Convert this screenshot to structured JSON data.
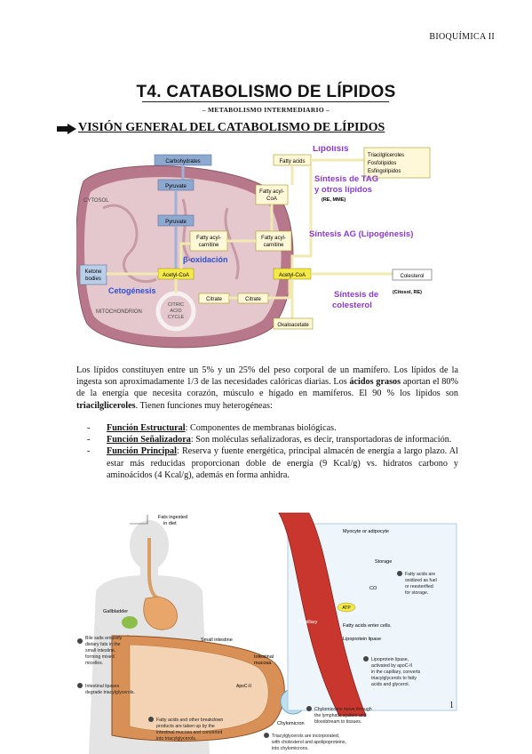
{
  "header": {
    "subject": "BIOQUÍMICA II"
  },
  "title": "T4. CATABOLISMO DE LÍPIDOS",
  "subtitle": "– METABOLISMO INTERMEDIARIO –",
  "section": {
    "heading": "VISIÓN GENERAL DEL CATABOLISMO DE LÍPIDOS",
    "icon": "arrow-right-icon"
  },
  "diagram1": {
    "boxes": {
      "carbohydrates": "Carbohydrates",
      "pyruvate1": "Pyruvate",
      "pyruvate2": "Pyruvate",
      "fatty_acids": "Fatty acids",
      "fatty_acyl_coa": [
        "Fatty acyl-",
        "CoA"
      ],
      "fatty_acyl_carnitine_in": [
        "Fatty acyl-",
        "carnitine"
      ],
      "fatty_acyl_carnitine_out": [
        "Fatty acyl-",
        "carnitine"
      ],
      "ketone_bodies": [
        "Ketone",
        "bodies"
      ],
      "acetyl_coa_mito": "Acetyl-CoA",
      "acetyl_coa_cyto": "Acetyl-CoA",
      "citrate_in": "Citrate",
      "citrate_out": "Citrate",
      "oxaloacetate": "Oxaloacetate",
      "colesterol": "Colesterol",
      "lipids_list": [
        "Triacilgliceroles",
        "Fosfolípidos",
        "Esfingolípidos"
      ]
    },
    "labels": {
      "cytosol": "CYTOSOL",
      "mitochondrion": "MITOCHONDRION",
      "citric_cycle": [
        "CITRIC",
        "ACID",
        "CYCLE"
      ],
      "lipolisis": "Lipólisis",
      "sintesis_tag": [
        "Síntesis de TAG",
        "y otros lípidos"
      ],
      "re_mme": "(RE, MME)",
      "sintesis_ag": "Síntesis AG (Lipogénesis)",
      "beta_ox": "β-oxidación",
      "cetogenesis": "Cetogénesis",
      "sintesis_col": [
        "Síntesis de",
        "colesterol"
      ],
      "citosol_re": "(Citosol, RE)"
    },
    "colors": {
      "mito": "#b8788b",
      "mito_inner": "#e5c8cd",
      "blue_box": "#8ea9d0",
      "yellow_box": "#f5e94a",
      "purple": "#8a3bd6",
      "blue_text": "#2c4fd6"
    }
  },
  "paragraph1": {
    "parts": [
      "Los lípidos constituyen entre un 5% y un 25% del peso corporal de un mamífero. Los lípidos de la ingesta son aproximadamente 1/3 de las necesidades calóricas diarias. Los ",
      "ácidos grasos",
      " aportan el 80% de la energía que necesita corazón, músculo e hígado en mamíferos. El 90 % los lípidos son ",
      "triacilgliceroles",
      ". Tienen funciones muy heterogéneas:"
    ]
  },
  "functions": [
    {
      "name": "Función Estructural",
      "text": ": Componentes de membranas biológicas."
    },
    {
      "name": "Función Señalizadora",
      "text": ": Son moléculas señalizadoras, es decir, transportadoras de información."
    },
    {
      "name": "Función Principal",
      "text": ": Reserva y fuente energética, principal almacén de energía a largo plazo. Al estar más reducidas proporcionan doble de energía (9 Kcal/g) vs. hidratos carbono y aminoácidos (4 Kcal/g), además en forma anhidra."
    }
  ],
  "diagram2": {
    "labels": {
      "fats_ingested": [
        "Fats ingested",
        "in diet"
      ],
      "gallbladder": "Gallbladder",
      "small_intestine": "Small intestine",
      "intestinal_mucosa": [
        "Intestinal",
        "mucosa"
      ],
      "apoc": "ApoC-II",
      "chylomicron": "Chylomicron",
      "myocyte": "Myocyte or adipocyte",
      "storage": "Storage",
      "co2": "CO",
      "atp": "ATP",
      "capillary": "Capillary",
      "fa_enter": "Fatty acids enter cells.",
      "lipoprotein_lipase": "Lipoprotein lipase"
    },
    "steps": [
      {
        "n": "1",
        "text": [
          "Bile salts emulsify",
          "dietary fats in the",
          "small intestine,",
          "forming mixed",
          "micelles."
        ]
      },
      {
        "n": "2",
        "text": [
          "Intestinal lipases",
          "degrade triacylglycerols."
        ]
      },
      {
        "n": "3",
        "text": [
          "Fatty acids and other breakdown",
          "products are taken up by the",
          "intestinal mucosa and converted",
          "into triacylglycerols."
        ]
      },
      {
        "n": "4",
        "text": [
          "Triacylglycerols are incorporated,",
          "with cholesterol and apolipoproteins,",
          "into chylomicrons."
        ]
      },
      {
        "n": "5",
        "text": [
          "Chylomicrons move through",
          "the lymphatic system and",
          "bloodstream to tissues."
        ]
      },
      {
        "n": "6",
        "text": [
          "Lipoprotein lipase,",
          "activated by apoC-II",
          "in the capillary, converts",
          "triacylglycerols to fatty",
          "acids and glycerol."
        ]
      },
      {
        "n": "8",
        "text": [
          "Fatty acids are",
          "oxidized as fuel",
          "or reesterified",
          "for storage."
        ]
      }
    ]
  },
  "page_number": "1"
}
